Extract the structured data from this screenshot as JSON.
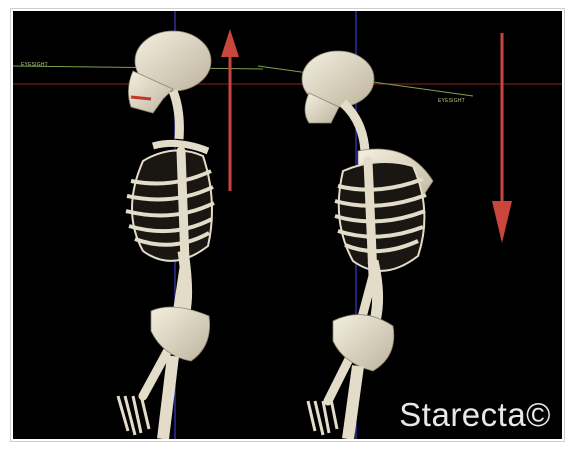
{
  "scene": {
    "left_figure": {
      "eyesight_label": "EYESIGHT",
      "arrow_direction": "up"
    },
    "right_figure": {
      "eyesight_label": "EYESIGHT",
      "arrow_direction": "down"
    },
    "watermark": "Starecta©"
  },
  "colors": {
    "background": "#000000",
    "bone": "#e3dcc9",
    "arrow": "#c8463c",
    "eyesight_line": "#7fa04c",
    "horizon_line": "#8a2424",
    "plumb_line": "#3a3ac8"
  }
}
